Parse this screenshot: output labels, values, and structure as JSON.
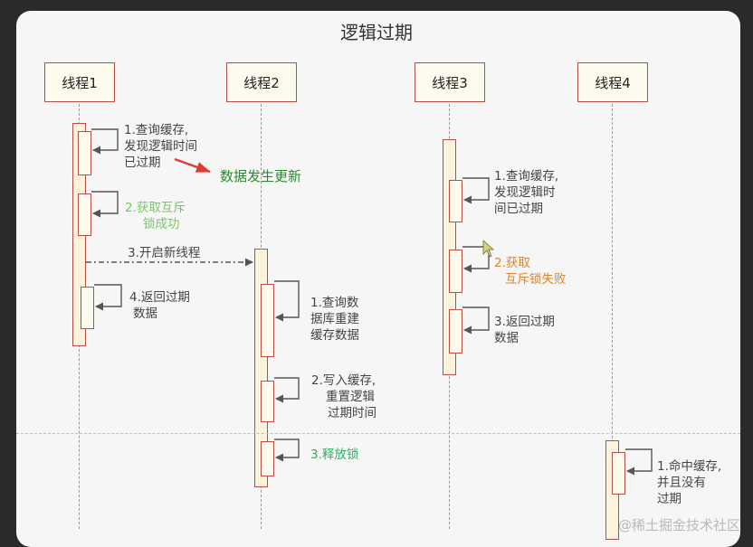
{
  "title": "逻辑过期",
  "actors": [
    "线程1",
    "线程2",
    "线程3",
    "线程4"
  ],
  "messages": {
    "t1_m1": [
      "1.查询缓存,",
      "发现逻辑时间",
      "已过期"
    ],
    "t1_m2": [
      "2.获取互斥",
      "锁成功"
    ],
    "t1_m3": "3.开启新线程",
    "t1_m4": [
      "4.返回过期",
      "数据"
    ],
    "t2_m1": [
      "1.查询数",
      "据库重建",
      "缓存数据"
    ],
    "t2_m2": [
      "2.写入缓存,",
      "重置逻辑",
      "过期时间"
    ],
    "t2_m3": "3.释放锁",
    "t3_m1": [
      "1.查询缓存,",
      "发现逻辑时",
      "间已过期"
    ],
    "t3_m2": [
      "2.获取",
      "互斥锁失败"
    ],
    "t3_m3": [
      "3.返回过期",
      "数据"
    ],
    "t4_m1": [
      "1.命中缓存,",
      "并且没有",
      "过期"
    ]
  },
  "note": "数据发生更新",
  "watermark": "@稀土掘金技术社区",
  "colors": {
    "border": "#b54f4a",
    "arrow_note": "#e23b2e",
    "note_text": "#2b8a2b",
    "lock_success": "#7cc46b",
    "lock_fail": "#e0842c",
    "release": "#2fae66"
  }
}
